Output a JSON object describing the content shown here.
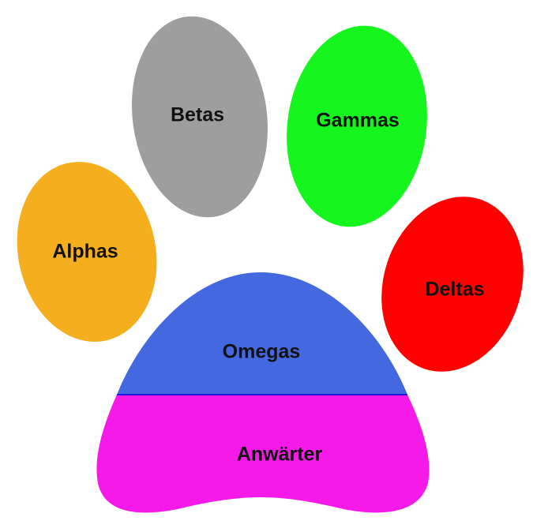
{
  "diagram": {
    "toes": {
      "alphas": {
        "label": "Alphas",
        "color": "#f5ae1e"
      },
      "betas": {
        "label": "Betas",
        "color": "#9e9e9e"
      },
      "gammas": {
        "label": "Gammas",
        "color": "#16f51e"
      },
      "deltas": {
        "label": "Deltas",
        "color": "#fe0000"
      }
    },
    "pad": {
      "upper": {
        "label": "Omegas",
        "color": "#4368e0"
      },
      "lower": {
        "label": "Anwärter",
        "color": "#f51ae8"
      },
      "divider_color": "#1d1de0"
    }
  }
}
